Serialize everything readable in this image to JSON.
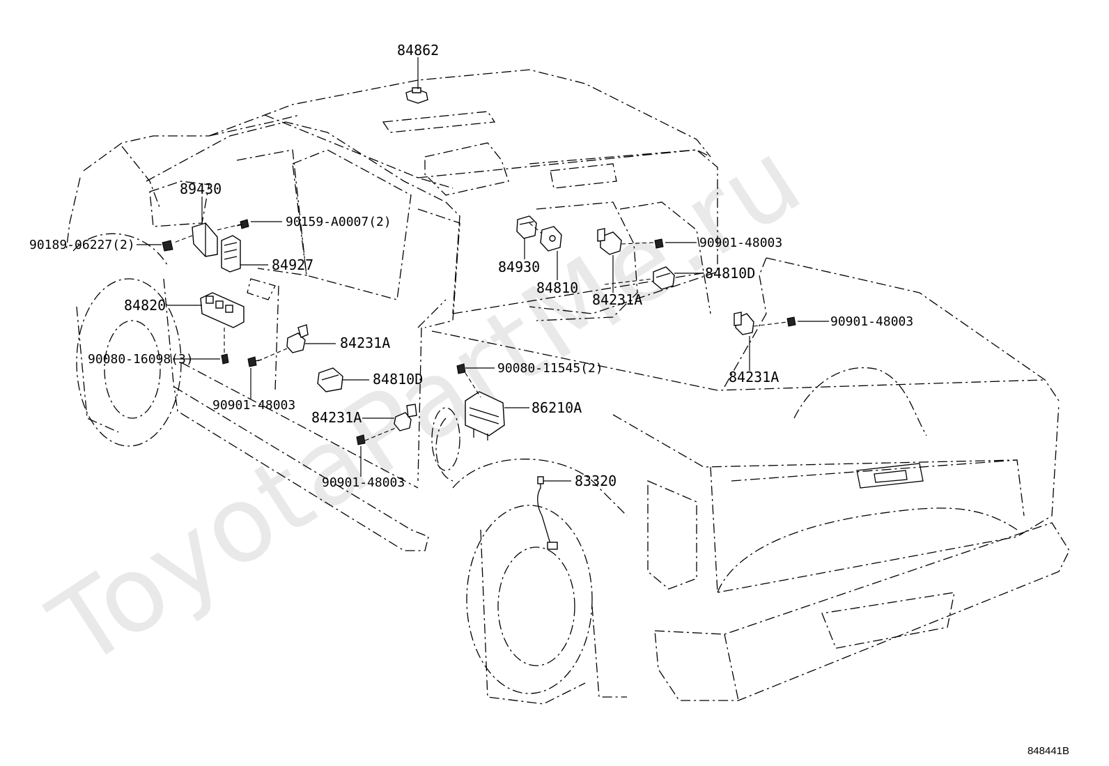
{
  "watermark": "ToyotaPartMe.ru",
  "diagram_code": "848441B",
  "callouts": {
    "c84862": "84862",
    "c89430": "89430",
    "c90159": "90159-A0007(2)",
    "c90189": "90189-06227(2)",
    "c84927": "84927",
    "c84820": "84820",
    "c90080_16098": "90080-16098(3)",
    "c84231A_1": "84231A",
    "c90901_1": "90901-48003",
    "c84810D_1": "84810D",
    "c84231A_2": "84231A",
    "c90901_2": "90901-48003",
    "c84930": "84930",
    "c84810": "84810",
    "c84231A_3": "84231A",
    "c90901_3": "90901-48003",
    "c84810D_2": "84810D",
    "c90901_4": "90901-48003",
    "c84231A_4": "84231A",
    "c90080_11545": "90080-11545(2)",
    "c86210A": "86210A",
    "c83320": "83320"
  }
}
